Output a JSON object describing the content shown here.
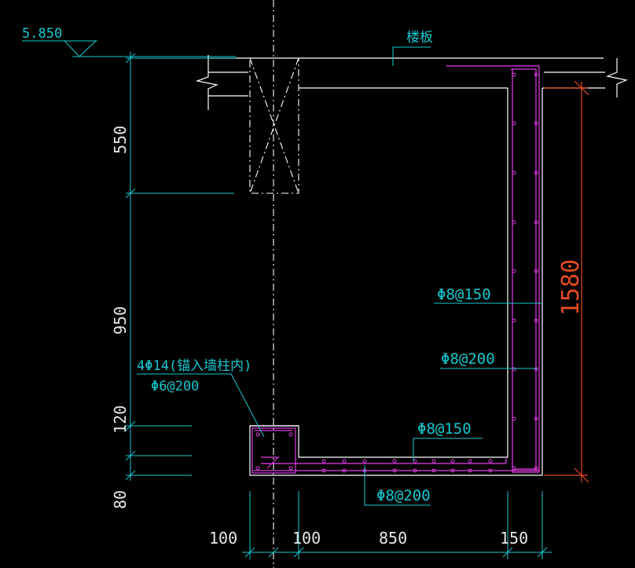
{
  "elevation": "5.850",
  "slab_label": "楼板",
  "rebar": {
    "vertical_outer": "Φ8@150",
    "vertical_inner": "Φ8@200",
    "bottom_top": "Φ8@150",
    "bottom_bottom": "Φ8@200",
    "corner_column_main": "4Φ14(锚入墙柱内)",
    "corner_column_stirrup": "Φ6@200"
  },
  "dimensions": {
    "vertical": [
      "550",
      "950",
      "120",
      "80"
    ],
    "horizontal": [
      "100",
      "100",
      "850",
      "150"
    ],
    "total_height": "1580"
  },
  "colors": {
    "background": "#000000",
    "structure": "#ffffff",
    "annotation": "#17c8cf",
    "rebar": "#e23fe6",
    "highlight_dimension": "#e34a22"
  }
}
